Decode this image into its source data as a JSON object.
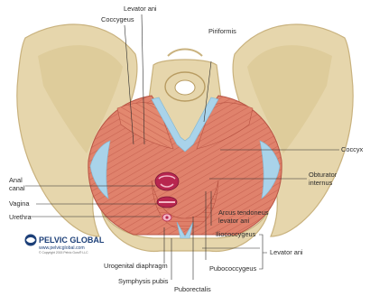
{
  "labels": {
    "levator_ani_top": "Levator ani",
    "coccygeus": "Coccygeus",
    "piriformis": "Piriformis",
    "coccyx": "Coccyx",
    "anal_canal_line1": "Anal",
    "anal_canal_line2": "canal",
    "vagina": "Vagina",
    "urethra": "Urethra",
    "obturator_line1": "Obturator",
    "obturator_line2": "internus",
    "arcus_line1": "Arcus tendoneus",
    "arcus_line2": "levator ani",
    "iliococcygeus": "Iliococcygeus",
    "pubococcygeus": "Pubococcygeus",
    "levator_ani_group": "Levator ani",
    "urogenital_diaphragm": "Urogenital diaphragm",
    "symphysis_pubis": "Symphysis pubis",
    "puborectalis": "Puborectalis"
  },
  "brand": {
    "name": "PELVIC GLOBAL",
    "url": "www.pelvicglobal.com",
    "copyright": "© Copyright 2015 Pelvic Guru® LLC",
    "logo": "pelvic-global-logo"
  },
  "colors": {
    "bone": "#e6d6ac",
    "bone_shadow": "#c9b27e",
    "muscle": "#e0826c",
    "muscle_dark": "#c65a48",
    "fascia": "#a9d3ea",
    "orifice": "#b8264f",
    "orifice_light": "#f3b6c6"
  }
}
